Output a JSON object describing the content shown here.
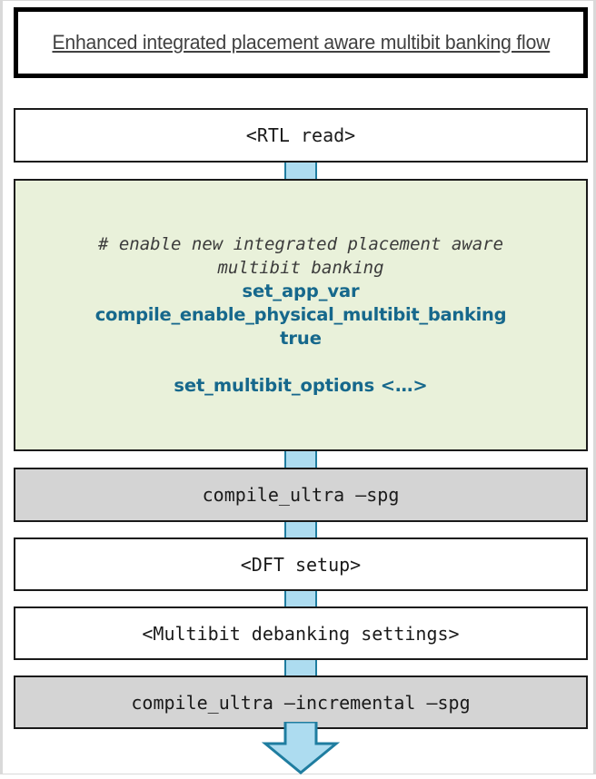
{
  "slide": {
    "title": "Enhanced integrated placement aware multibit banking flow",
    "colors": {
      "title_border": "#000000",
      "title_text": "#404040",
      "box_border": "#1a1a1a",
      "gray_fill": "#d4d4d4",
      "green_fill": "#e9f1da",
      "command_text": "#16688c",
      "comment_text": "#3b3b3b",
      "connector_fill": "#addcf0",
      "connector_border": "#1f7da0"
    }
  },
  "flow": {
    "steps": [
      {
        "id": "rtl-read",
        "label": "<RTL read>",
        "style": "white"
      },
      {
        "id": "multibit-settings",
        "label": "",
        "style": "green"
      },
      {
        "id": "compile-ultra-spg",
        "label": "compile_ultra –spg",
        "style": "gray"
      },
      {
        "id": "dft-setup",
        "label": "<DFT setup>",
        "style": "white"
      },
      {
        "id": "debanking",
        "label": "<Multibit debanking settings>",
        "style": "white"
      },
      {
        "id": "compile-incr-spg",
        "label": "compile_ultra –incremental –spg",
        "style": "gray"
      }
    ],
    "code_block": {
      "comment": "# enable new integrated placement aware multibit banking",
      "command_1": "set_app_var",
      "command_2": "compile_enable_physical_multibit_banking",
      "command_3": "true",
      "command_4": "set_multibit_options <…>"
    },
    "connector_count": 5,
    "arrow": {
      "direction": "down",
      "name": "next-stage-arrow"
    }
  }
}
